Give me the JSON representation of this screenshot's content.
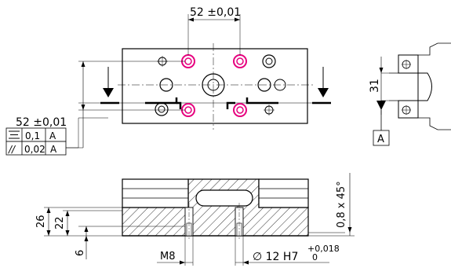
{
  "dim_top_width": "52 ±0,01",
  "dim_side_width": "52 ±0,01",
  "fcf_symmetry_symbol": "⌯",
  "fcf_symmetry_value": "0,1",
  "fcf_symmetry_datum": "A",
  "fcf_parallel_symbol": "//",
  "fcf_parallel_value": "0,02",
  "fcf_parallel_datum": "A",
  "dim_right_31": "31",
  "datum_label": "A",
  "dim_26": "26",
  "dim_22": "22",
  "dim_6": "6",
  "chamfer_label": "0,8 x 45°",
  "thread_label": "M8",
  "bore_label": "∅ 12 H7",
  "bore_tol_upper": "+0,018",
  "bore_tol_lower": "0",
  "colors": {
    "highlight": "#e6007e",
    "hatch": "#000000"
  },
  "icons": [
    "symmetry-icon",
    "parallelism-icon",
    "datum-triangle-icon",
    "section-arrow-icon"
  ]
}
